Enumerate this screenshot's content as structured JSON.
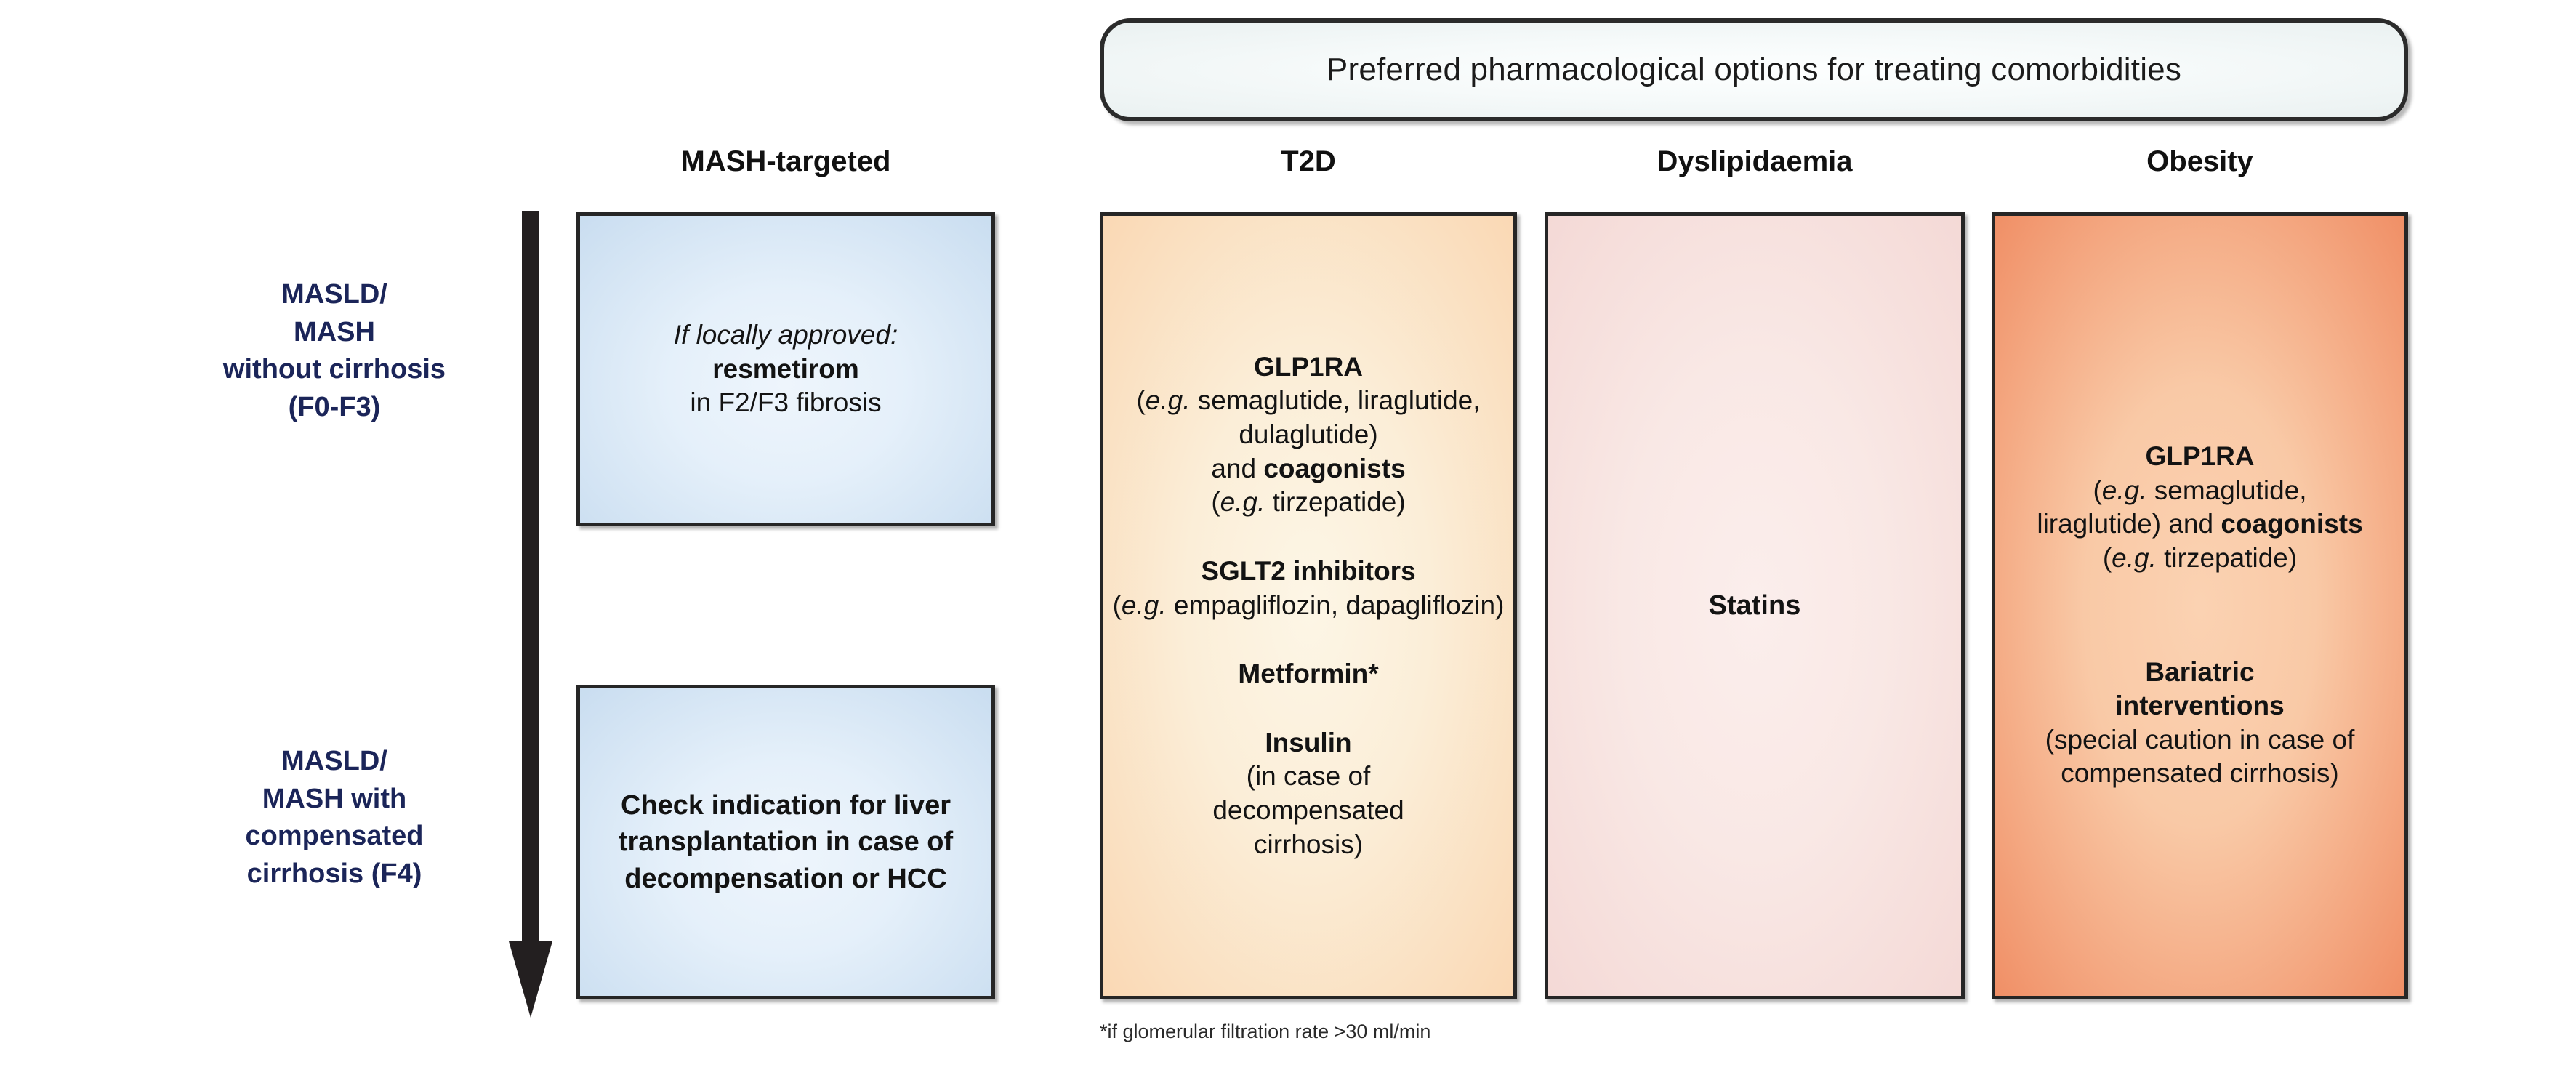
{
  "banner": {
    "text": "Preferred pharmacological options for treating comorbidities"
  },
  "columns": {
    "mash_targeted": "MASH-targeted",
    "t2d": "T2D",
    "dyslipidaemia": "Dyslipidaemia",
    "obesity": "Obesity"
  },
  "stages": [
    {
      "id": "f0-f3",
      "label": "MASLD/\nMASH\nwithout cirrhosis\n(F0-F3)"
    },
    {
      "id": "f4",
      "label": "MASLD/\nMASH with\ncompensated\ncirrhosis (F4)"
    }
  ],
  "arrow": {
    "name": "disease-progression-arrow",
    "direction": "down"
  },
  "mash_boxes": [
    {
      "id": "resmetirom-box",
      "line1": "If locally approved:",
      "line2": "resmetirom",
      "line3": "in F2/F3 fibrosis"
    },
    {
      "id": "liver-transplantation-box",
      "text": "Check indication for liver transplantation in case of decompensation or HCC"
    }
  ],
  "t2d_box": {
    "entries": [
      {
        "drug_class": "GLP1RA",
        "detail_prefix": "(",
        "eg": "e.g.",
        "detail": " semaglutide, liraglutide, dulaglutide)",
        "extra_plain": "and ",
        "extra_bold": "coagonists",
        "extra_eg_open": "(",
        "extra_eg": "e.g.",
        "extra_eg_rest": " tirzepatide)"
      },
      {
        "drug_class": "SGLT2 inhibitors",
        "detail_prefix": "(",
        "eg": "e.g.",
        "detail": " empagliflozin, dapagliflozin)"
      },
      {
        "drug_class": "Metformin*"
      },
      {
        "drug_class": "Insulin",
        "detail_plain": "(in case of decompensated cirrhosis)"
      }
    ]
  },
  "dyslipidaemia_box": {
    "text": "Statins"
  },
  "obesity_box": {
    "entries": [
      {
        "drug_class": "GLP1RA",
        "detail_prefix": "(",
        "eg": "e.g.",
        "detail": " semaglutide, liraglutide) and ",
        "extra_bold": "coagonists",
        "extra_eg_open": "(",
        "extra_eg": "e.g.",
        "extra_eg_rest": " tirzepatide)"
      },
      {
        "drug_class_line1": "Bariatric",
        "drug_class_line2": "interventions",
        "detail_plain": "(special caution in case of compensated cirrhosis)"
      }
    ]
  },
  "footnote": {
    "text": "*if glomerular filtration rate >30 ml/min"
  },
  "colors": {
    "stage_label": "#1b2559",
    "box_border": "#262626",
    "arrow": "#231f20",
    "peach": "#fbeed8",
    "pink": "#f9e8e5",
    "orange": "#f9c9a6",
    "blue": "#e5f0fa"
  }
}
